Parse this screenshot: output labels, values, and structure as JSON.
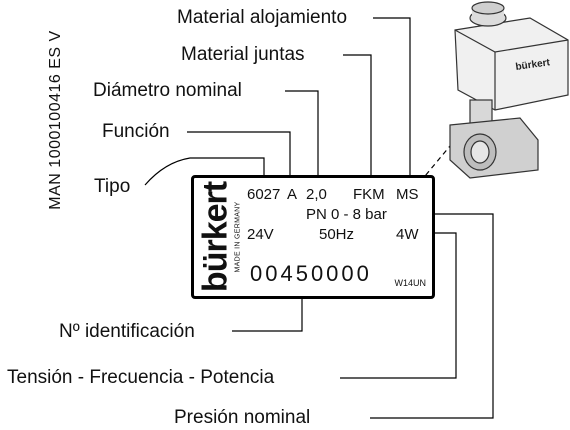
{
  "labels": {
    "material_housing": "Material alojamiento",
    "material_seals": "Material juntas",
    "nominal_diameter": "Diámetro nominal",
    "function": "Función",
    "type": "Tipo",
    "identification": "Nº identificación",
    "voltage_freq_power": "Tensión - Frecuencia - Potencia",
    "nominal_pressure": "Presión nominal"
  },
  "side_code": "MAN 1000100416 ES V",
  "plate": {
    "brand": "bürkert",
    "made_in": "MADE IN GERMANY",
    "type_code": "6027",
    "function_code": "A",
    "diameter": "2,0",
    "seal_material": "FKM",
    "housing_material": "MS",
    "pressure": "PN  0 - 8 bar",
    "voltage": "24V",
    "frequency": "50Hz",
    "power": "4W",
    "ident_number": "00450000",
    "date_code": "W14UN"
  },
  "valve_label": "bürkert"
}
